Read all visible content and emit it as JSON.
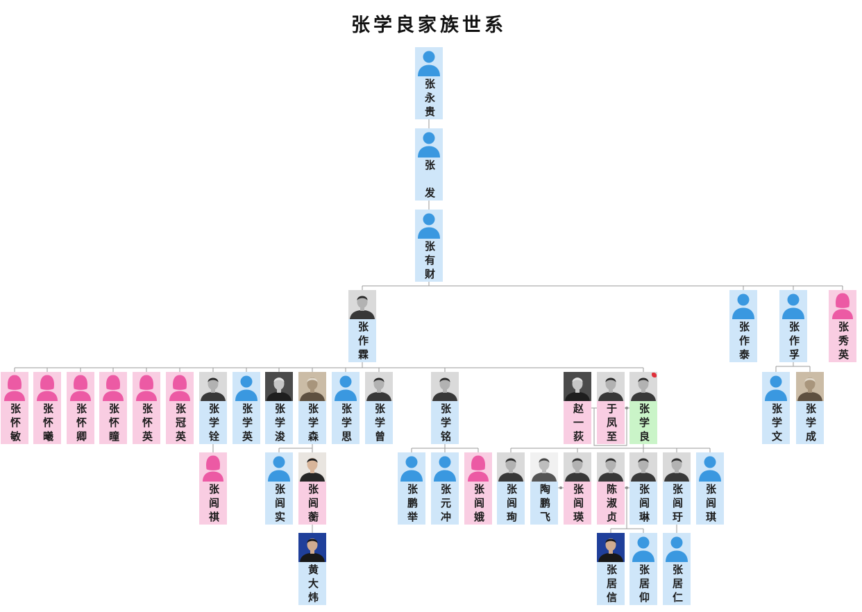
{
  "title": "张学良家族世系",
  "palette": {
    "male": {
      "background": "#cfe6f9",
      "icon": "#3a98e0"
    },
    "female": {
      "background": "#f9cde2",
      "icon": "#ec5aa4"
    },
    "highlight": {
      "background": "#caf4c8",
      "icon": "#3a98e0"
    }
  },
  "connector_color": "#9a9a9a",
  "generations": [
    {
      "members": [
        {
          "name": "张永贵",
          "kind": "male",
          "avatar": "male-silhouette-icon"
        }
      ]
    },
    {
      "members": [
        {
          "name": "张　发",
          "kind": "male",
          "avatar": "male-silhouette-icon"
        }
      ]
    },
    {
      "members": [
        {
          "name": "张有财",
          "kind": "male",
          "avatar": "male-silhouette-icon"
        }
      ]
    },
    {
      "members": [
        {
          "name": "张作霖",
          "kind": "male",
          "avatar": "portrait-photo"
        },
        {
          "name": "张作泰",
          "kind": "male",
          "avatar": "male-silhouette-icon"
        },
        {
          "name": "张作孚",
          "kind": "male",
          "avatar": "male-silhouette-icon"
        },
        {
          "name": "张秀英",
          "kind": "female",
          "avatar": "female-silhouette-icon"
        }
      ]
    },
    {
      "members": [
        {
          "name": "张怀敏",
          "kind": "female",
          "avatar": "female-silhouette-icon"
        },
        {
          "name": "张怀曦",
          "kind": "female",
          "avatar": "female-silhouette-icon"
        },
        {
          "name": "张怀卿",
          "kind": "female",
          "avatar": "female-silhouette-icon"
        },
        {
          "name": "张怀瞳",
          "kind": "female",
          "avatar": "female-silhouette-icon"
        },
        {
          "name": "张怀英",
          "kind": "female",
          "avatar": "female-silhouette-icon"
        },
        {
          "name": "张冠英",
          "kind": "female",
          "avatar": "female-silhouette-icon"
        },
        {
          "name": "张学铨",
          "kind": "male",
          "avatar": "portrait-photo"
        },
        {
          "name": "张学英",
          "kind": "male",
          "avatar": "male-silhouette-icon"
        },
        {
          "name": "张学浚",
          "kind": "male",
          "avatar": "portrait-photo"
        },
        {
          "name": "张学森",
          "kind": "male",
          "avatar": "portrait-photo"
        },
        {
          "name": "张学思",
          "kind": "male",
          "avatar": "male-silhouette-icon"
        },
        {
          "name": "张学曾",
          "kind": "male",
          "avatar": "portrait-photo"
        },
        {
          "name": "张学铭",
          "kind": "male",
          "avatar": "portrait-photo"
        },
        {
          "name": "赵一荻",
          "kind": "female",
          "avatar": "portrait-photo"
        },
        {
          "name": "于凤至",
          "kind": "female",
          "avatar": "portrait-photo"
        },
        {
          "name": "张学良",
          "kind": "highlight",
          "avatar": "portrait-photo"
        },
        {
          "name": "张学文",
          "kind": "male",
          "avatar": "male-silhouette-icon"
        },
        {
          "name": "张学成",
          "kind": "male",
          "avatar": "portrait-photo"
        }
      ]
    },
    {
      "members": [
        {
          "name": "张闾祺",
          "kind": "female",
          "avatar": "female-silhouette-icon"
        },
        {
          "name": "张闾实",
          "kind": "male",
          "avatar": "male-silhouette-icon"
        },
        {
          "name": "张闾蘅",
          "kind": "female",
          "avatar": "portrait-photo"
        },
        {
          "name": "张鹏举",
          "kind": "male",
          "avatar": "male-silhouette-icon"
        },
        {
          "name": "张元冲",
          "kind": "male",
          "avatar": "male-silhouette-icon"
        },
        {
          "name": "张闾娥",
          "kind": "female",
          "avatar": "female-silhouette-icon"
        },
        {
          "name": "张闾珣",
          "kind": "male",
          "avatar": "portrait-photo"
        },
        {
          "name": "陶鹏飞",
          "kind": "male",
          "avatar": "portrait-photo"
        },
        {
          "name": "张闾瑛",
          "kind": "female",
          "avatar": "portrait-photo"
        },
        {
          "name": "陈淑贞",
          "kind": "female",
          "avatar": "portrait-photo"
        },
        {
          "name": "张闾琳",
          "kind": "male",
          "avatar": "portrait-photo"
        },
        {
          "name": "张闾玗",
          "kind": "male",
          "avatar": "portrait-photo"
        },
        {
          "name": "张闾琪",
          "kind": "male",
          "avatar": "male-silhouette-icon"
        }
      ]
    },
    {
      "members": [
        {
          "name": "黄大炜",
          "kind": "male",
          "avatar": "portrait-photo"
        },
        {
          "name": "张居信",
          "kind": "male",
          "avatar": "portrait-photo"
        },
        {
          "name": "张居仰",
          "kind": "male",
          "avatar": "male-silhouette-icon"
        },
        {
          "name": "张居仁",
          "kind": "male",
          "avatar": "male-silhouette-icon"
        }
      ]
    }
  ]
}
